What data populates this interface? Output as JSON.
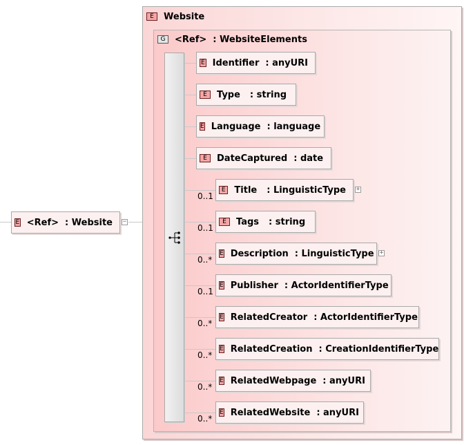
{
  "root": {
    "badge": "E",
    "name": "<Ref>",
    "type": ": Website"
  },
  "website": {
    "badge": "E",
    "name": "Website"
  },
  "group": {
    "badge": "G",
    "name": "<Ref>",
    "type": ": WebsiteElements"
  },
  "children": [
    {
      "badge": "E",
      "name": "Identifier",
      "type": ": anyURI",
      "card": ""
    },
    {
      "badge": "E",
      "name": "Type",
      "type": ": string",
      "card": ""
    },
    {
      "badge": "E",
      "name": "Language",
      "type": ": language",
      "card": ""
    },
    {
      "badge": "E",
      "name": "DateCaptured",
      "type": ": date",
      "card": ""
    },
    {
      "badge": "E",
      "name": "Title",
      "type": ": LinguisticType",
      "card": "0..1"
    },
    {
      "badge": "E",
      "name": "Tags",
      "type": ": string",
      "card": "0..1"
    },
    {
      "badge": "E",
      "name": "Description",
      "type": ": LinguisticType",
      "card": "0..*"
    },
    {
      "badge": "E",
      "name": "Publisher",
      "type": ": ActorIdentifierType",
      "card": "0..1"
    },
    {
      "badge": "E",
      "name": "RelatedCreator",
      "type": ": ActorIdentifierType",
      "card": "0..*"
    },
    {
      "badge": "E",
      "name": "RelatedCreation",
      "type": ": CreationIdentifierType",
      "card": "0..*"
    },
    {
      "badge": "E",
      "name": "RelatedWebpage",
      "type": ": anyURI",
      "card": "0..*"
    },
    {
      "badge": "E",
      "name": "RelatedWebsite",
      "type": ": anyURI",
      "card": "0..*"
    }
  ]
}
